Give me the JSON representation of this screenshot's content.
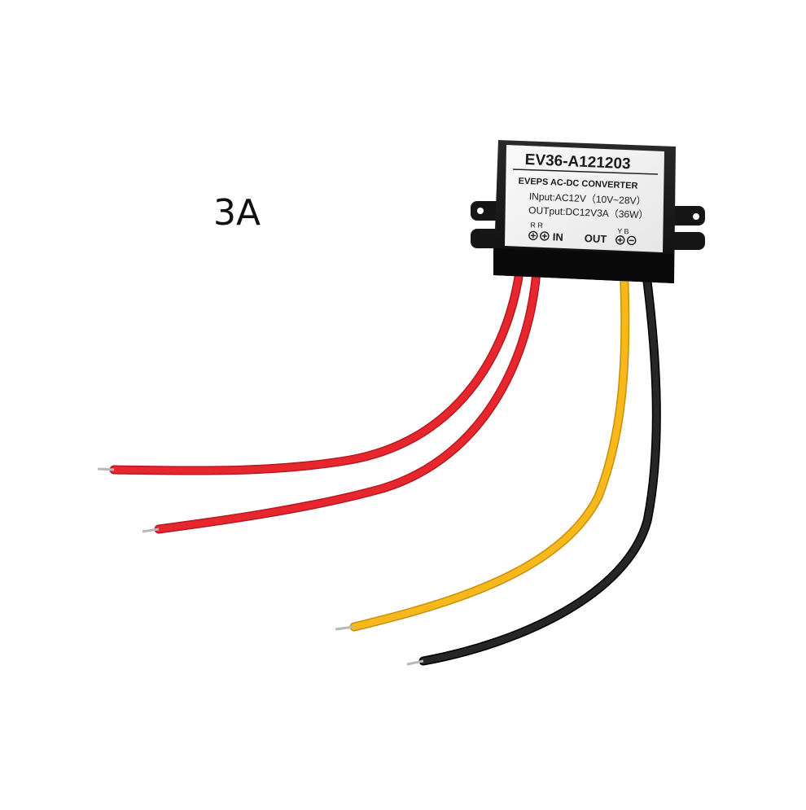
{
  "caption": "3A",
  "device": {
    "model": "EV36-A121203",
    "type": "EVEPS AC-DC CONVERTER",
    "input": "INput:AC12V（10V~28V）",
    "output": "OUTput:DC12V3A（36W）",
    "wire_codes_left": "R R",
    "wire_codes_right": "Y B",
    "in_label": "IN",
    "out_label": "OUT"
  },
  "wires": [
    {
      "color_name": "red",
      "color": "#e8262d"
    },
    {
      "color_name": "red",
      "color": "#e8262d"
    },
    {
      "color_name": "yellow",
      "color": "#f6b81a"
    },
    {
      "color_name": "black",
      "color": "#1c1c1c"
    }
  ],
  "colors": {
    "housing": "#141414",
    "label_background": "#f2f2f2"
  }
}
